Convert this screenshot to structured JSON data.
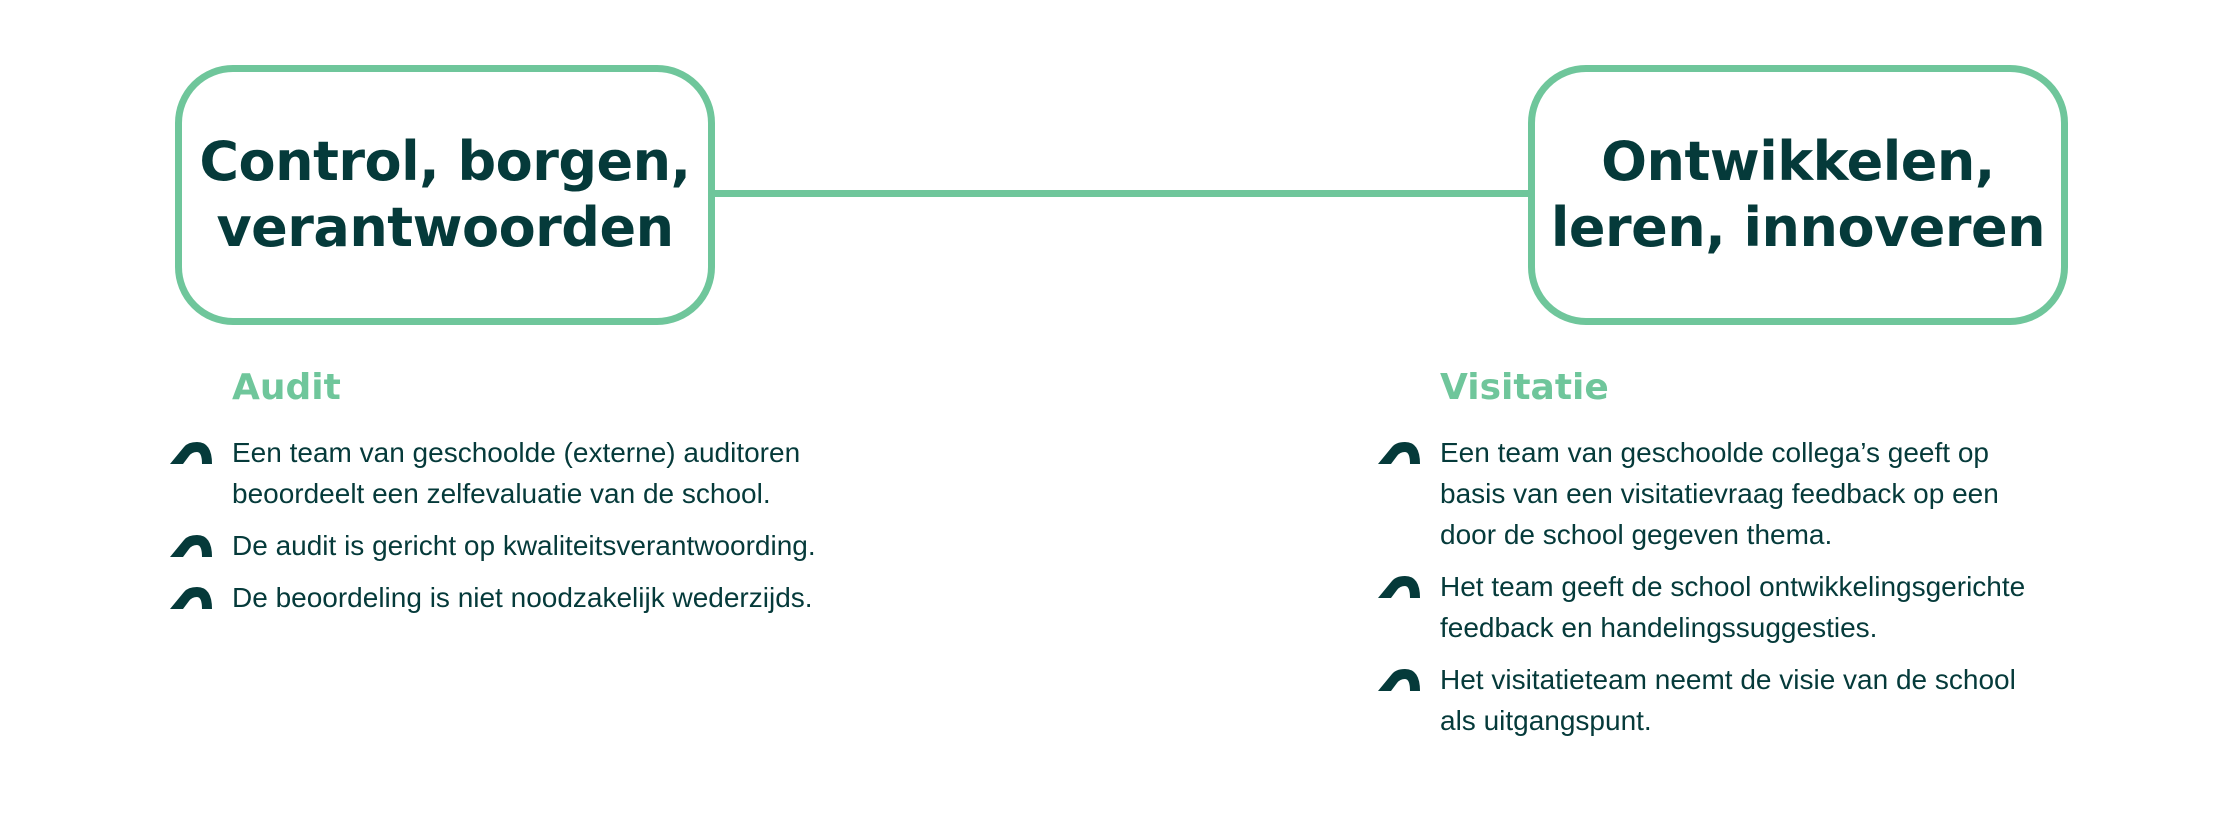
{
  "left_box": {
    "title_line1": "Control, borgen,",
    "title_line2": "verantwoorden"
  },
  "right_box": {
    "title_line1": "Ontwikkelen,",
    "title_line2": "leren, innoveren"
  },
  "left_section": {
    "heading": "Audit",
    "items": [
      {
        "line1": "Een team van geschoolde (externe) auditoren",
        "line2": "beoordeelt een zelfevaluatie van de school."
      },
      {
        "line1": "De audit is gericht op kwaliteitsverantwoording."
      },
      {
        "line1": "De beoordeling is niet noodzakelijk wederzijds."
      }
    ]
  },
  "right_section": {
    "heading": "Visitatie",
    "items": [
      {
        "line1": "Een team van geschoolde collega’s geeft op",
        "line2": "basis van een visitatievraag feedback op een",
        "line3": "door de school gegeven thema."
      },
      {
        "line1": "Het team geeft de school ontwikkelingsgerichte",
        "line2": "feedback en handelingssuggesties."
      },
      {
        "line1": "Het visitatieteam neemt de visie van de school",
        "line2": "als uitgangspunt."
      }
    ]
  },
  "colors": {
    "accent": "#6fc69b",
    "text": "#053a3a"
  },
  "icons": {
    "bullet": "arch-bullet-icon"
  }
}
